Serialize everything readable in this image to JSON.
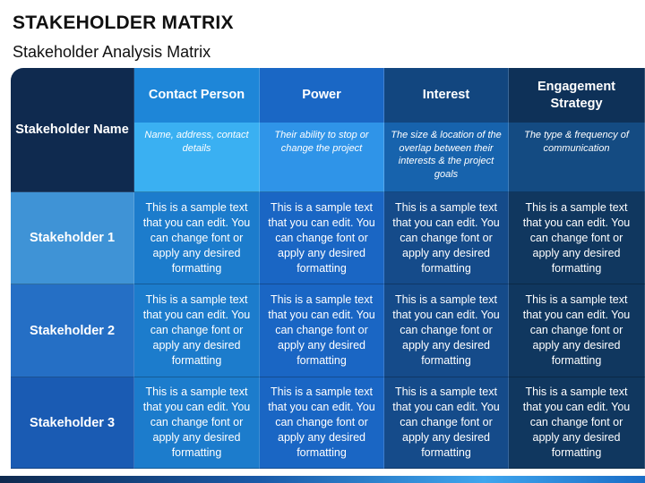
{
  "title": "STAKEHOLDER MATRIX",
  "subtitle": "Stakeholder Analysis Matrix",
  "matrix": {
    "corner_label": "Stakeholder Name",
    "columns": [
      {
        "label": "Contact Person",
        "description": "Name, address, contact details"
      },
      {
        "label": "Power",
        "description": "Their ability to stop or change the project"
      },
      {
        "label": "Interest",
        "description": "The size & location of the overlap between their interests & the project goals"
      },
      {
        "label": "Engagement Strategy",
        "description": "The type & frequency of communication"
      }
    ],
    "rows": [
      {
        "label": "Stakeholder 1",
        "cells": [
          "This is a sample text that you can edit. You can change font or apply any desired formatting",
          "This is a sample text that you can edit. You can change font or apply any desired formatting",
          "This is a sample text that you can edit. You can change font or apply any desired formatting",
          "This is a sample text that you can edit. You can change font or apply any desired formatting"
        ]
      },
      {
        "label": "Stakeholder 2",
        "cells": [
          "This is a sample text that you can edit. You can change font or apply any desired formatting",
          "This is a sample text that you can edit. You can change font or apply any desired formatting",
          "This is a sample text that you can edit. You can change font or apply any desired formatting",
          "This is a sample text that you can edit. You can change font or apply any desired formatting"
        ]
      },
      {
        "label": "Stakeholder 3",
        "cells": [
          "This is a sample text that you can edit. You can change font or apply any desired formatting",
          "This is a sample text that you can edit. You can change font or apply any desired formatting",
          "This is a sample text that you can edit. You can change font or apply any desired formatting",
          "This is a sample text that you can edit. You can change font or apply any desired formatting"
        ]
      }
    ]
  },
  "colors": {
    "corner": "#0f2a4f",
    "accent_light": "#3ab0f2",
    "accent_mid": "#1a67c5",
    "accent_dark": "#10375f"
  }
}
